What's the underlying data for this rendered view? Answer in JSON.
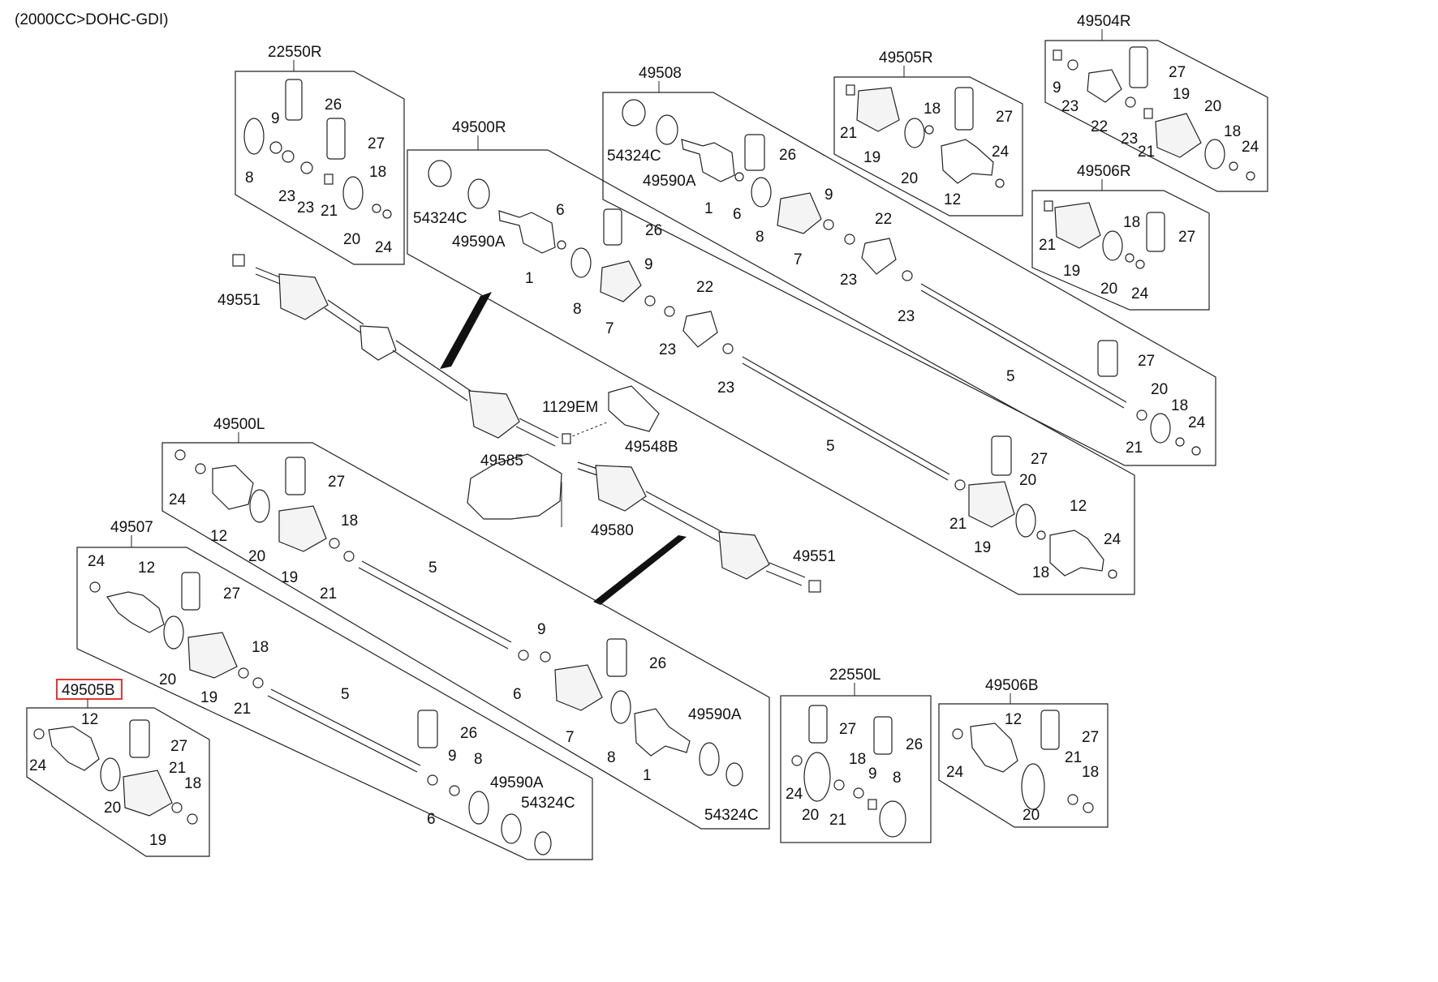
{
  "header": {
    "engine": "(2000CC>DOHC-GDI)"
  },
  "highlight_color": "#e53935",
  "groups": {
    "g22550R": "22550R",
    "g49500R": "49500R",
    "g49508": "49508",
    "g49505R": "49505R",
    "g49504R": "49504R",
    "g49506R": "49506R",
    "g49500L": "49500L",
    "g49507": "49507",
    "g49505B": "49505B",
    "g22550L": "22550L",
    "g49506B": "49506B"
  },
  "standalone": {
    "p49551_top": "49551",
    "p49551_bottom": "49551",
    "p1129EM": "1129EM",
    "p49548B": "49548B",
    "p49585": "49585",
    "p49580": "49580"
  },
  "labels": {
    "r22550R": [
      "26",
      "9",
      "27",
      "8",
      "23",
      "23",
      "21",
      "18",
      "20",
      "24"
    ],
    "r49500R": [
      "54324C",
      "49590A",
      "6",
      "26",
      "1",
      "8",
      "9",
      "7",
      "22",
      "23",
      "23",
      "5",
      "27",
      "20",
      "18",
      "24",
      "21"
    ],
    "r49508": [
      "54324C",
      "49590A",
      "26",
      "1",
      "6",
      "8",
      "9",
      "7",
      "22",
      "23",
      "23",
      "5"
    ],
    "r49505R": [
      "18",
      "27",
      "21",
      "19",
      "20",
      "24",
      "12"
    ],
    "r49504R": [
      "9",
      "27",
      "23",
      "22",
      "19",
      "23",
      "21",
      "20",
      "18",
      "24"
    ],
    "r49506R": [
      "18",
      "27",
      "21",
      "19",
      "20",
      "24"
    ],
    "r49500L": [
      "24",
      "27",
      "12",
      "20",
      "18",
      "19",
      "21",
      "5",
      "9",
      "26",
      "6",
      "7",
      "8",
      "49590A",
      "1",
      "54324C"
    ],
    "r49507": [
      "24",
      "12",
      "27",
      "20",
      "18",
      "19",
      "21",
      "5",
      "26",
      "9",
      "8",
      "6",
      "49590A",
      "54324C"
    ],
    "r49505B": [
      "12",
      "27",
      "24",
      "20",
      "21",
      "18",
      "19"
    ],
    "r22550L": [
      "27",
      "26",
      "24",
      "18",
      "9",
      "8",
      "20",
      "21"
    ],
    "r49506B": [
      "12",
      "27",
      "24",
      "21",
      "18",
      "20"
    ],
    "rRightShaft": [
      "27",
      "20",
      "12",
      "21",
      "24",
      "19",
      "18"
    ]
  }
}
